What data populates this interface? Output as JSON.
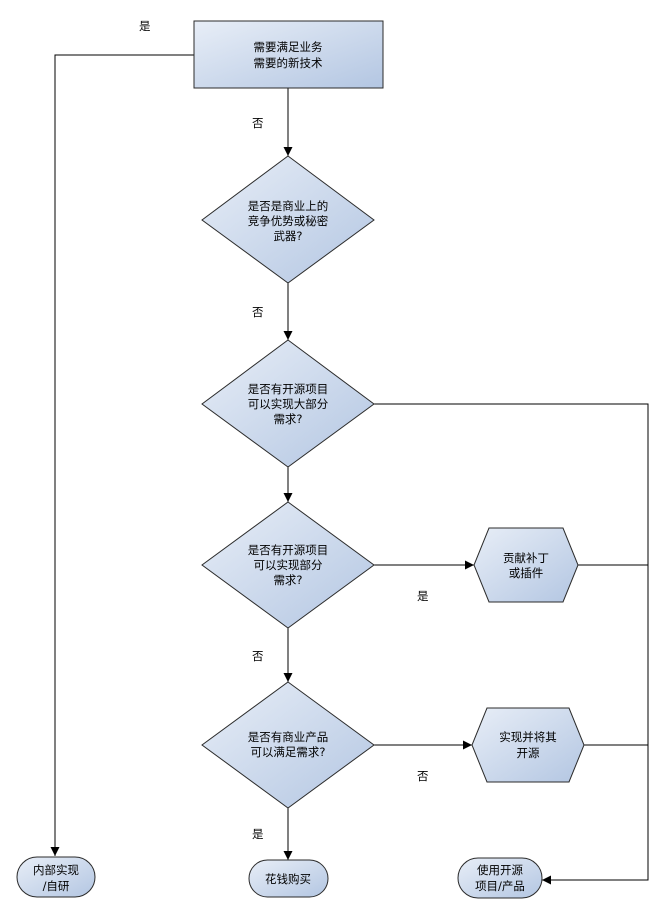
{
  "diagram": {
    "nodes": {
      "start": [
        "需要满足业务",
        "需要的新技术"
      ],
      "d1": [
        "是否是商业上的",
        "竞争优势或秘密",
        "武器?"
      ],
      "d2": [
        "是否有开源项目",
        "可以实现大部分",
        "需求?"
      ],
      "d3": [
        "是否有开源项目",
        "可以实现部分",
        "需求?"
      ],
      "contribute": [
        "贡献补丁",
        "或插件"
      ],
      "d4": [
        "是否有商业产品",
        "可以满足需求?"
      ],
      "implement": [
        "实现并将其",
        "开源"
      ],
      "internal": [
        "内部实现",
        "/自研"
      ],
      "buy": [
        "花钱购买"
      ],
      "use_oss": [
        "使用开源",
        "项目/产品"
      ]
    },
    "edge_labels": {
      "start_yes": "是",
      "start_no": "否",
      "d1_no": "否",
      "d3_yes": "是",
      "d3_no": "否",
      "d4_yes": "是",
      "d4_no": "否"
    },
    "colors": {
      "fill_light": "#e8eef7",
      "fill_dark": "#b3c6e2",
      "stroke": "#2b2b2b",
      "edge": "#000000"
    }
  }
}
